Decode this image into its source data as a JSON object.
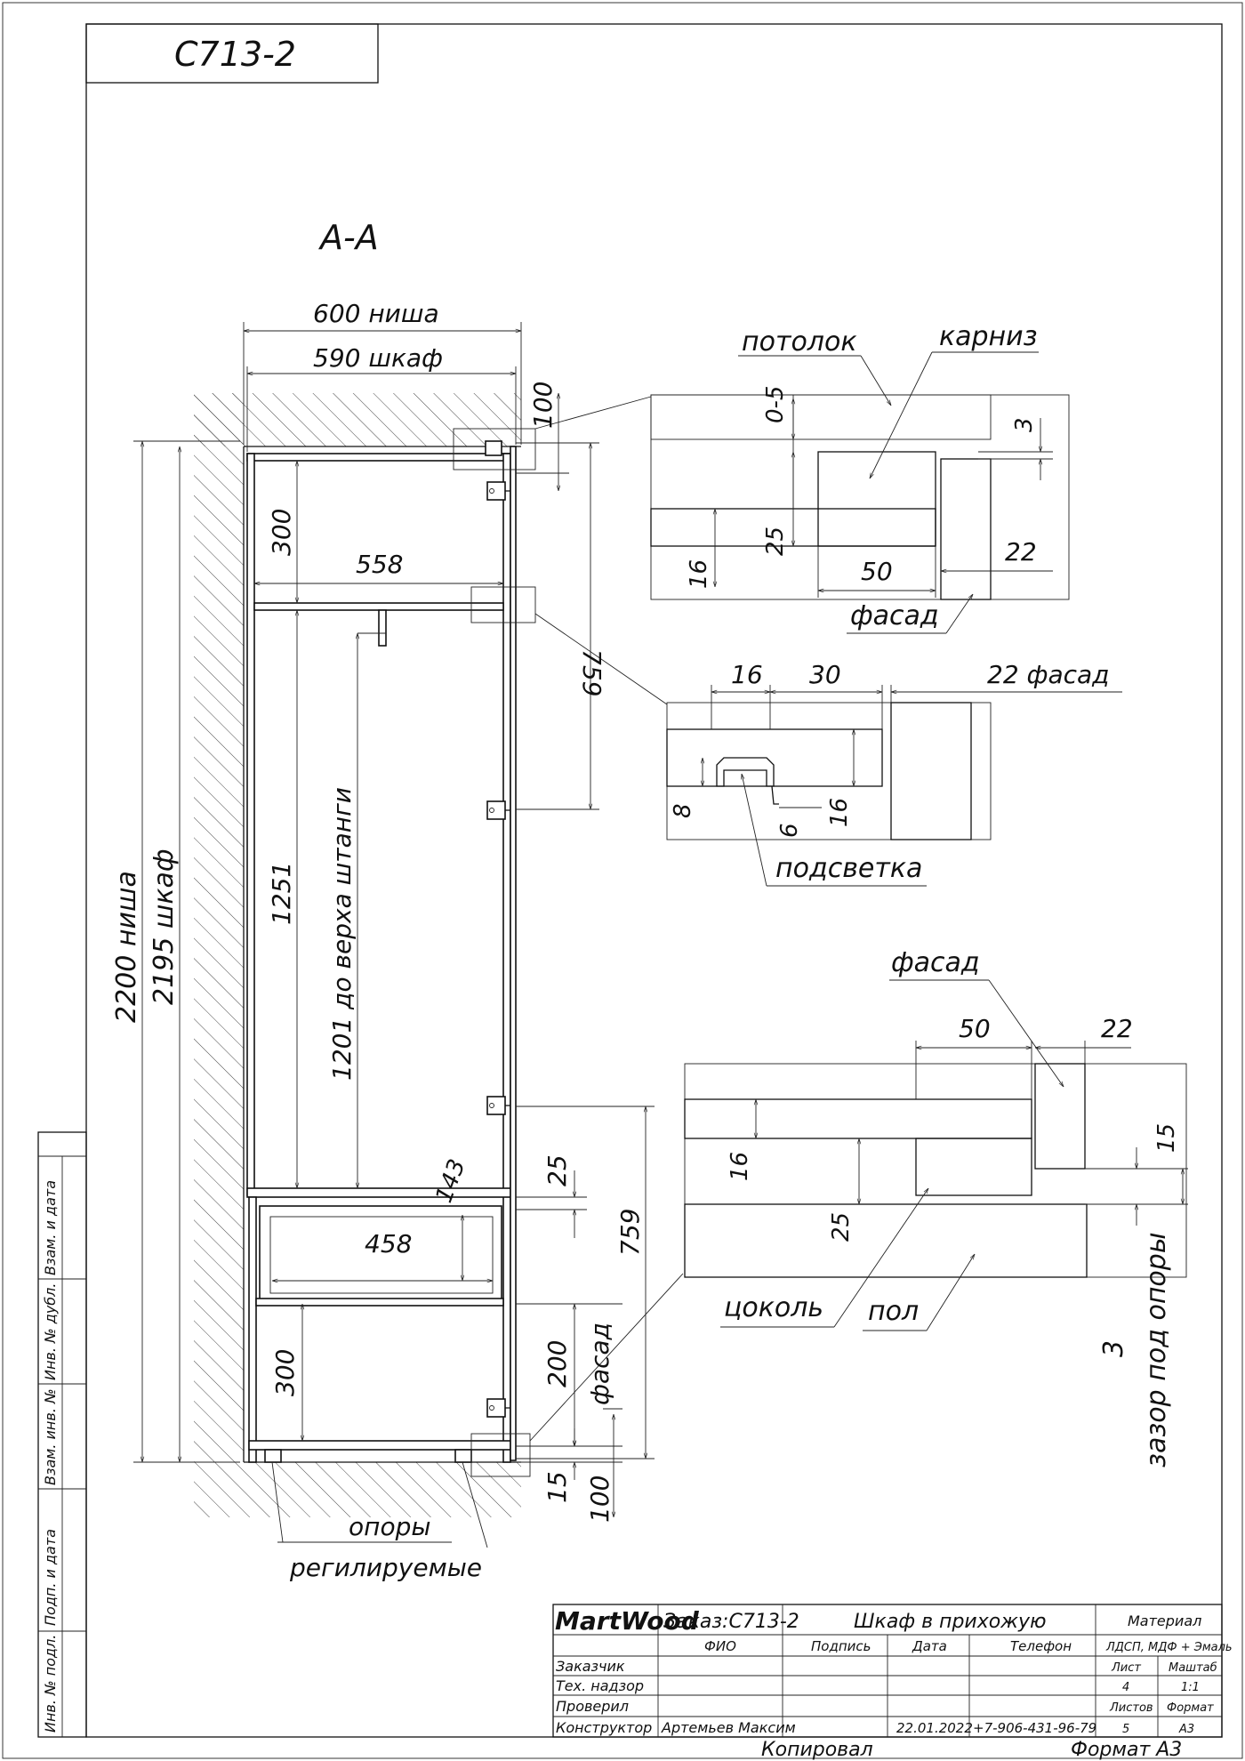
{
  "sheet": {
    "code": "С713-2",
    "section": "А-А"
  },
  "dimensions": {
    "niche_width": "600 ниша",
    "cabinet_width": "590 шкаф",
    "top_gap": "100",
    "top_shelf": "300",
    "inner_width": "558",
    "door_upper": "759",
    "niche_height": "2200 ниша",
    "cabinet_height": "2195 шкаф",
    "mid_height": "1251",
    "rod_height": "1201 до верха штанги",
    "drawer_h": "143",
    "gap_25": "25",
    "drawer_w": "458",
    "door_lower": "759",
    "facade_200": "200",
    "facade_label": "фасад",
    "bottom_shelf": "300",
    "dim_15": "15",
    "dim_100": "100"
  },
  "labels": {
    "supports_1": "опоры",
    "supports_2": "регилируемые"
  },
  "detail_top": {
    "ceiling": "потолок",
    "cornice": "карниз",
    "gap_05": "0-5",
    "dim_3": "3",
    "dim_25": "25",
    "dim_16": "16",
    "dim_50": "50",
    "dim_22": "22",
    "facade": "фасад"
  },
  "detail_mid": {
    "dim_16": "16",
    "dim_30": "30",
    "facade_22": "22 фасад",
    "dim_8": "8",
    "dim_6": "6",
    "dim_16b": "16",
    "lighting": "подсветка"
  },
  "detail_bottom": {
    "facade": "фасад",
    "dim_50": "50",
    "dim_22": "22",
    "dim_16": "16",
    "dim_15": "15",
    "dim_25": "25",
    "plinth": "цоколь",
    "floor": "пол",
    "gap_3": "3",
    "gap_text": "зазор под опоры"
  },
  "side_stamps": [
    "Взам. и дата",
    "Инв. № дубл.",
    "Взам. инв. №",
    "Подп. и дата",
    "Инв. № подл."
  ],
  "title_block": {
    "logo": "MartWood",
    "order": "Заказ:С713-2",
    "product": "Шкаф в прихожую",
    "material_title": "Материал",
    "material": "ЛДСП, МДФ + Эмаль",
    "col_fio": "ФИО",
    "col_sign": "Подпись",
    "col_date": "Дата",
    "col_phone": "Телефон",
    "rows": [
      {
        "role": "Заказчик",
        "name": "",
        "date": "",
        "phone": ""
      },
      {
        "role": "Тех. надзор",
        "name": "",
        "date": "",
        "phone": ""
      },
      {
        "role": "Проверил",
        "name": "",
        "date": "",
        "phone": ""
      },
      {
        "role": "Конструктор",
        "name": "Артемьев Максим",
        "date": "22.01.2022",
        "phone": "+7-906-431-96-79"
      }
    ],
    "sheet_label": "Лист",
    "scale_label": "Маштаб",
    "sheet_no": "4",
    "scale": "1:1",
    "sheets_label": "Листов",
    "format_label": "Формат",
    "sheets_total": "5",
    "format": "А3"
  },
  "footer": {
    "copied": "Копировал",
    "format": "Формат А3"
  }
}
